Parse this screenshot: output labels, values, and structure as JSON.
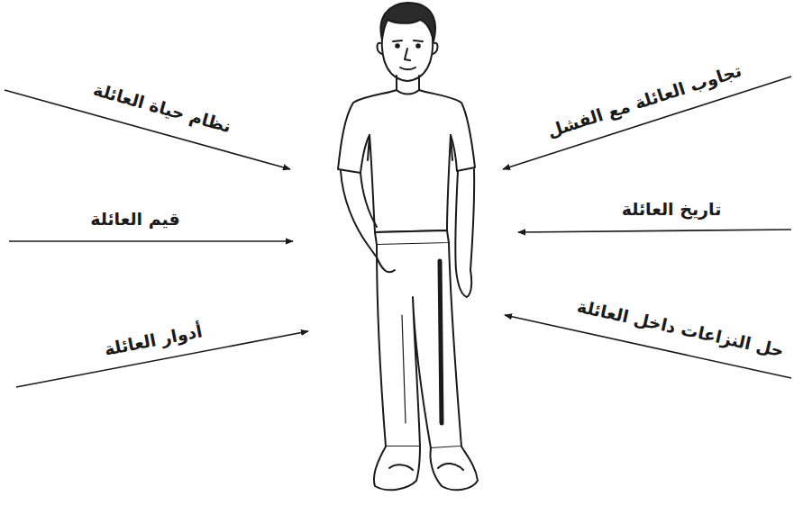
{
  "diagram": {
    "labels": [
      "نظام حياة العائلة",
      "تجاوب العائلة مع الفشل",
      "قيم العائلة",
      "تاريخ العائلة",
      "أدوار العائلة",
      "حل النزاعات داخل العائلة"
    ]
  }
}
